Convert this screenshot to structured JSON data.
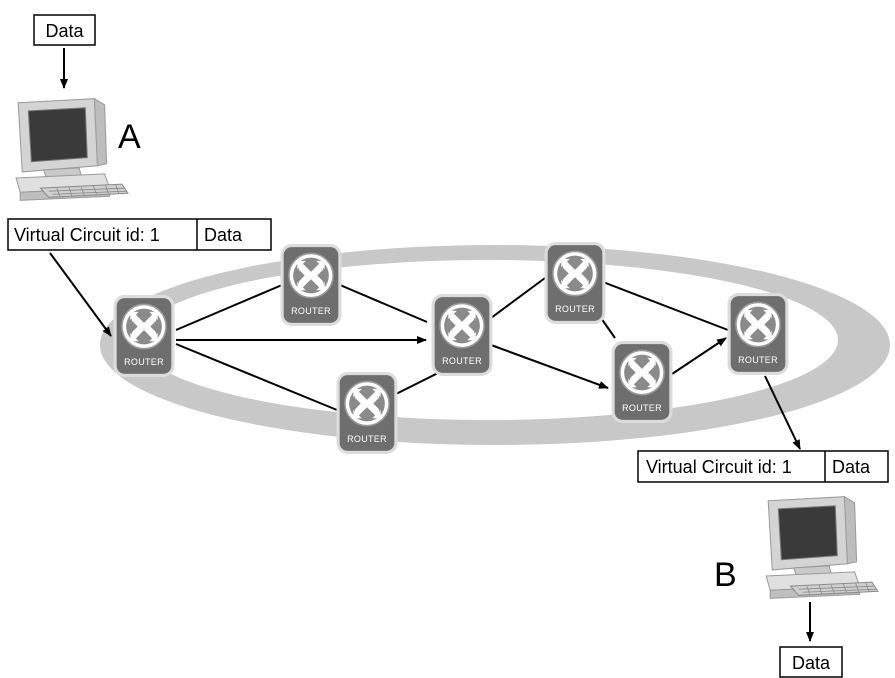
{
  "nodes": {
    "host_a": {
      "label": "A"
    },
    "host_b": {
      "label": "B"
    }
  },
  "packets": {
    "data_top": "Data",
    "a_out": {
      "vc": "Virtual Circuit id: 1",
      "payload": "Data"
    },
    "b_in": {
      "vc": "Virtual Circuit id: 1",
      "payload": "Data"
    },
    "data_bottom": "Data"
  },
  "router_label": "ROUTER",
  "colors": {
    "router_body": "#6e6e6e",
    "router_border": "#dcdcdc",
    "ring": "#c8c8c8"
  }
}
